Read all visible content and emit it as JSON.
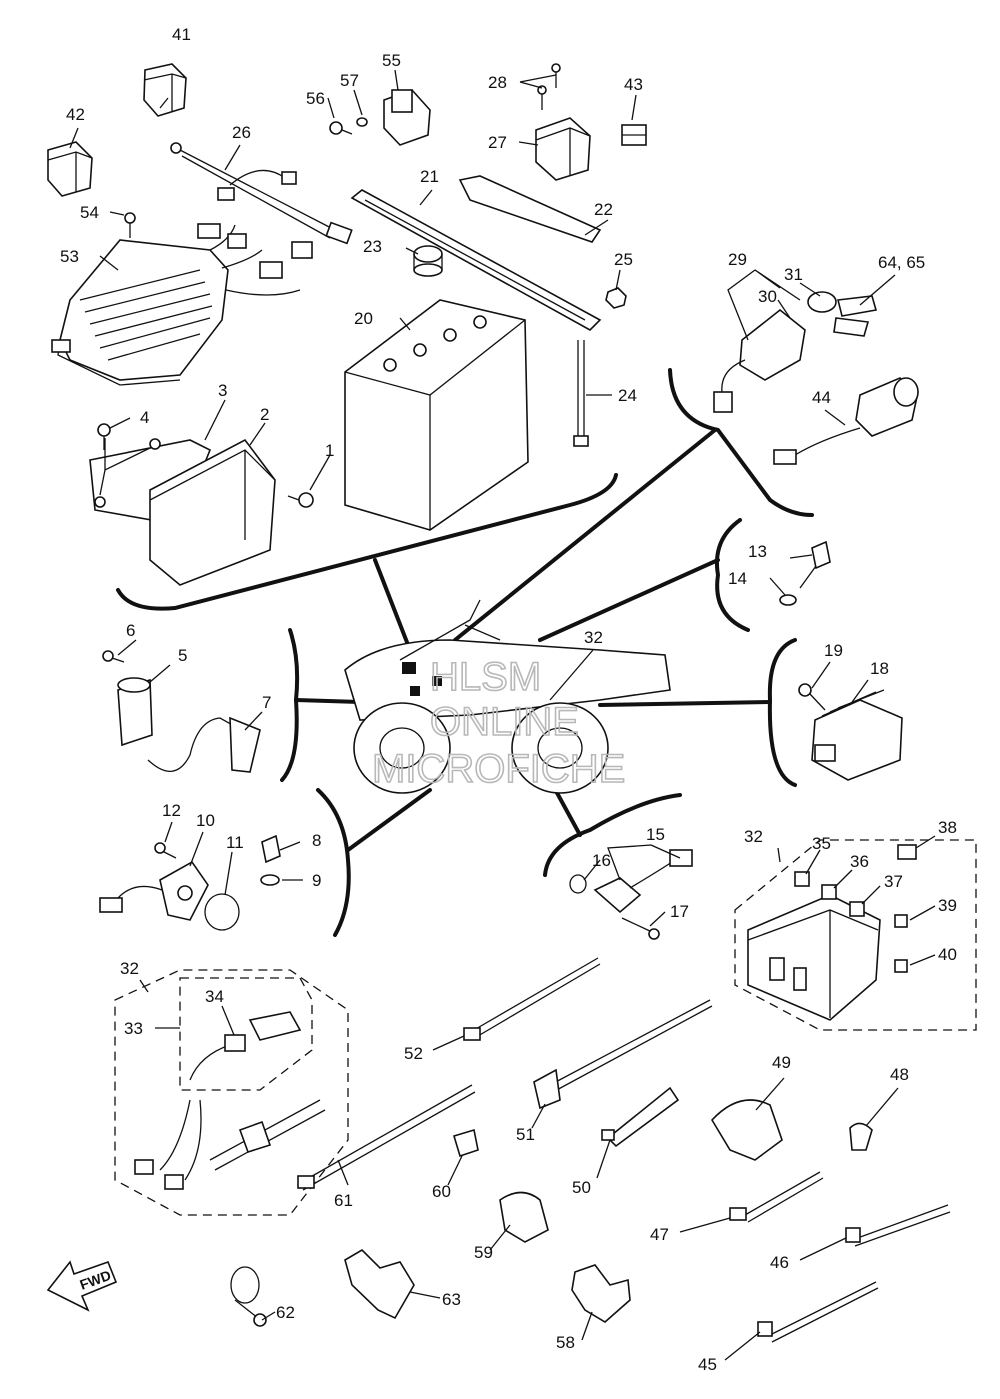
{
  "diagram": {
    "callouts": {
      "c1": "1",
      "c2": "2",
      "c3": "3",
      "c4": "4",
      "c5": "5",
      "c6": "6",
      "c7": "7",
      "c8": "8",
      "c9": "9",
      "c10": "10",
      "c11": "11",
      "c12": "12",
      "c13": "13",
      "c14": "14",
      "c15": "15",
      "c16": "16",
      "c17": "17",
      "c18": "18",
      "c19": "19",
      "c20": "20",
      "c21": "21",
      "c22": "22",
      "c23": "23",
      "c24": "24",
      "c25": "25",
      "c26": "26",
      "c27": "27",
      "c28": "28",
      "c29": "29",
      "c30": "30",
      "c31": "31",
      "c32_center": "32",
      "c32_fusebox": "32",
      "c32_harness": "32",
      "c33": "33",
      "c34": "34",
      "c35": "35",
      "c36": "36",
      "c37": "37",
      "c38": "38",
      "c39": "39",
      "c40": "40",
      "c41": "41",
      "c42": "42",
      "c43": "43",
      "c44": "44",
      "c45": "45",
      "c46": "46",
      "c47": "47",
      "c48": "48",
      "c49": "49",
      "c50": "50",
      "c51": "51",
      "c52": "52",
      "c53": "53",
      "c54": "54",
      "c55": "55",
      "c56": "56",
      "c57": "57",
      "c58": "58",
      "c59": "59",
      "c60": "60",
      "c61": "61",
      "c62": "62",
      "c63": "63",
      "c64_65": "64, 65"
    },
    "watermark": {
      "line1": "HLSM",
      "line2": "ONLINE",
      "line3": "MICROFICHE"
    },
    "direction_badge": "FWD"
  }
}
